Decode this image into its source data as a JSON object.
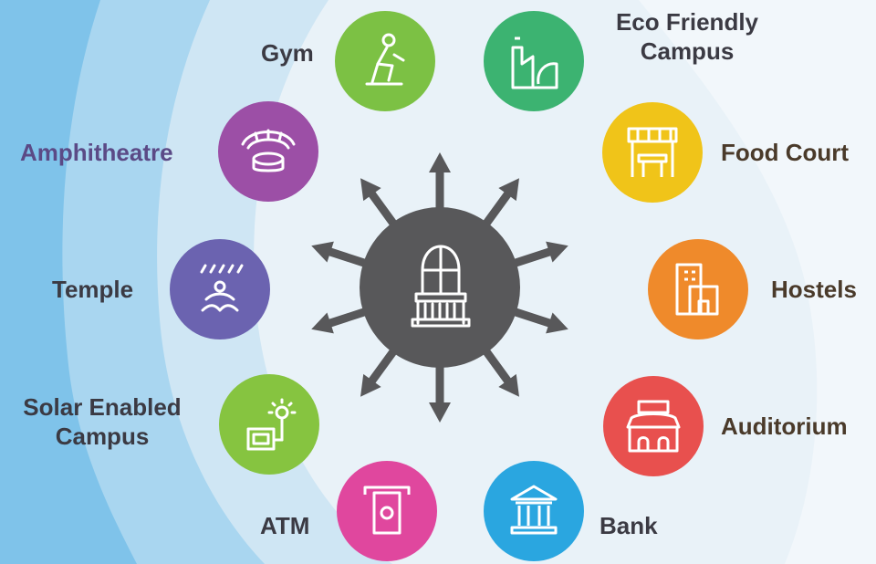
{
  "hub": {
    "icon": "balcony-building-icon",
    "color": "#58585a"
  },
  "arrow_color": "#58585a",
  "background": {
    "base": "#e9f2f8",
    "wave_light": "#cfe6f4",
    "wave_mid": "#a9d6f0",
    "wave_dark": "#7fc3ea"
  },
  "facilities": [
    {
      "key": "gym",
      "label_lines": [
        "Gym"
      ],
      "color": "#7cc144",
      "icon": "exercise-bike-icon",
      "text_color": "#3b3a43"
    },
    {
      "key": "eco",
      "label_lines": [
        "Eco Friendly",
        "Campus"
      ],
      "color": "#3cb371",
      "icon": "eco-factory-leaf-icon",
      "text_color": "#3b3a43"
    },
    {
      "key": "food",
      "label_lines": [
        "Food Court"
      ],
      "color": "#f0c419",
      "icon": "food-stall-icon",
      "text_color": "#4a3a2a"
    },
    {
      "key": "hostels",
      "label_lines": [
        "Hostels"
      ],
      "color": "#ef8a2b",
      "icon": "building-icon",
      "text_color": "#4a3a2a"
    },
    {
      "key": "auditorium",
      "label_lines": [
        "Auditorium"
      ],
      "color": "#e8504e",
      "icon": "auditorium-icon",
      "text_color": "#4a3a2a"
    },
    {
      "key": "bank",
      "label_lines": [
        "Bank"
      ],
      "color": "#2aa6e0",
      "icon": "bank-icon",
      "text_color": "#3b3a43"
    },
    {
      "key": "atm",
      "label_lines": [
        "ATM"
      ],
      "color": "#e0479e",
      "icon": "atm-icon",
      "text_color": "#3b3a43"
    },
    {
      "key": "solar",
      "label_lines": [
        "Solar Enabled",
        "Campus"
      ],
      "color": "#86c440",
      "icon": "solar-lamp-icon",
      "text_color": "#3b3a43"
    },
    {
      "key": "temple",
      "label_lines": [
        "Temple"
      ],
      "color": "#6b63b0",
      "icon": "meditation-icon",
      "text_color": "#3b3a43"
    },
    {
      "key": "amphitheatre",
      "label_lines": [
        "Amphitheatre"
      ],
      "color": "#9c4fa6",
      "icon": "amphitheatre-icon",
      "text_color": "#5b4a86"
    }
  ]
}
